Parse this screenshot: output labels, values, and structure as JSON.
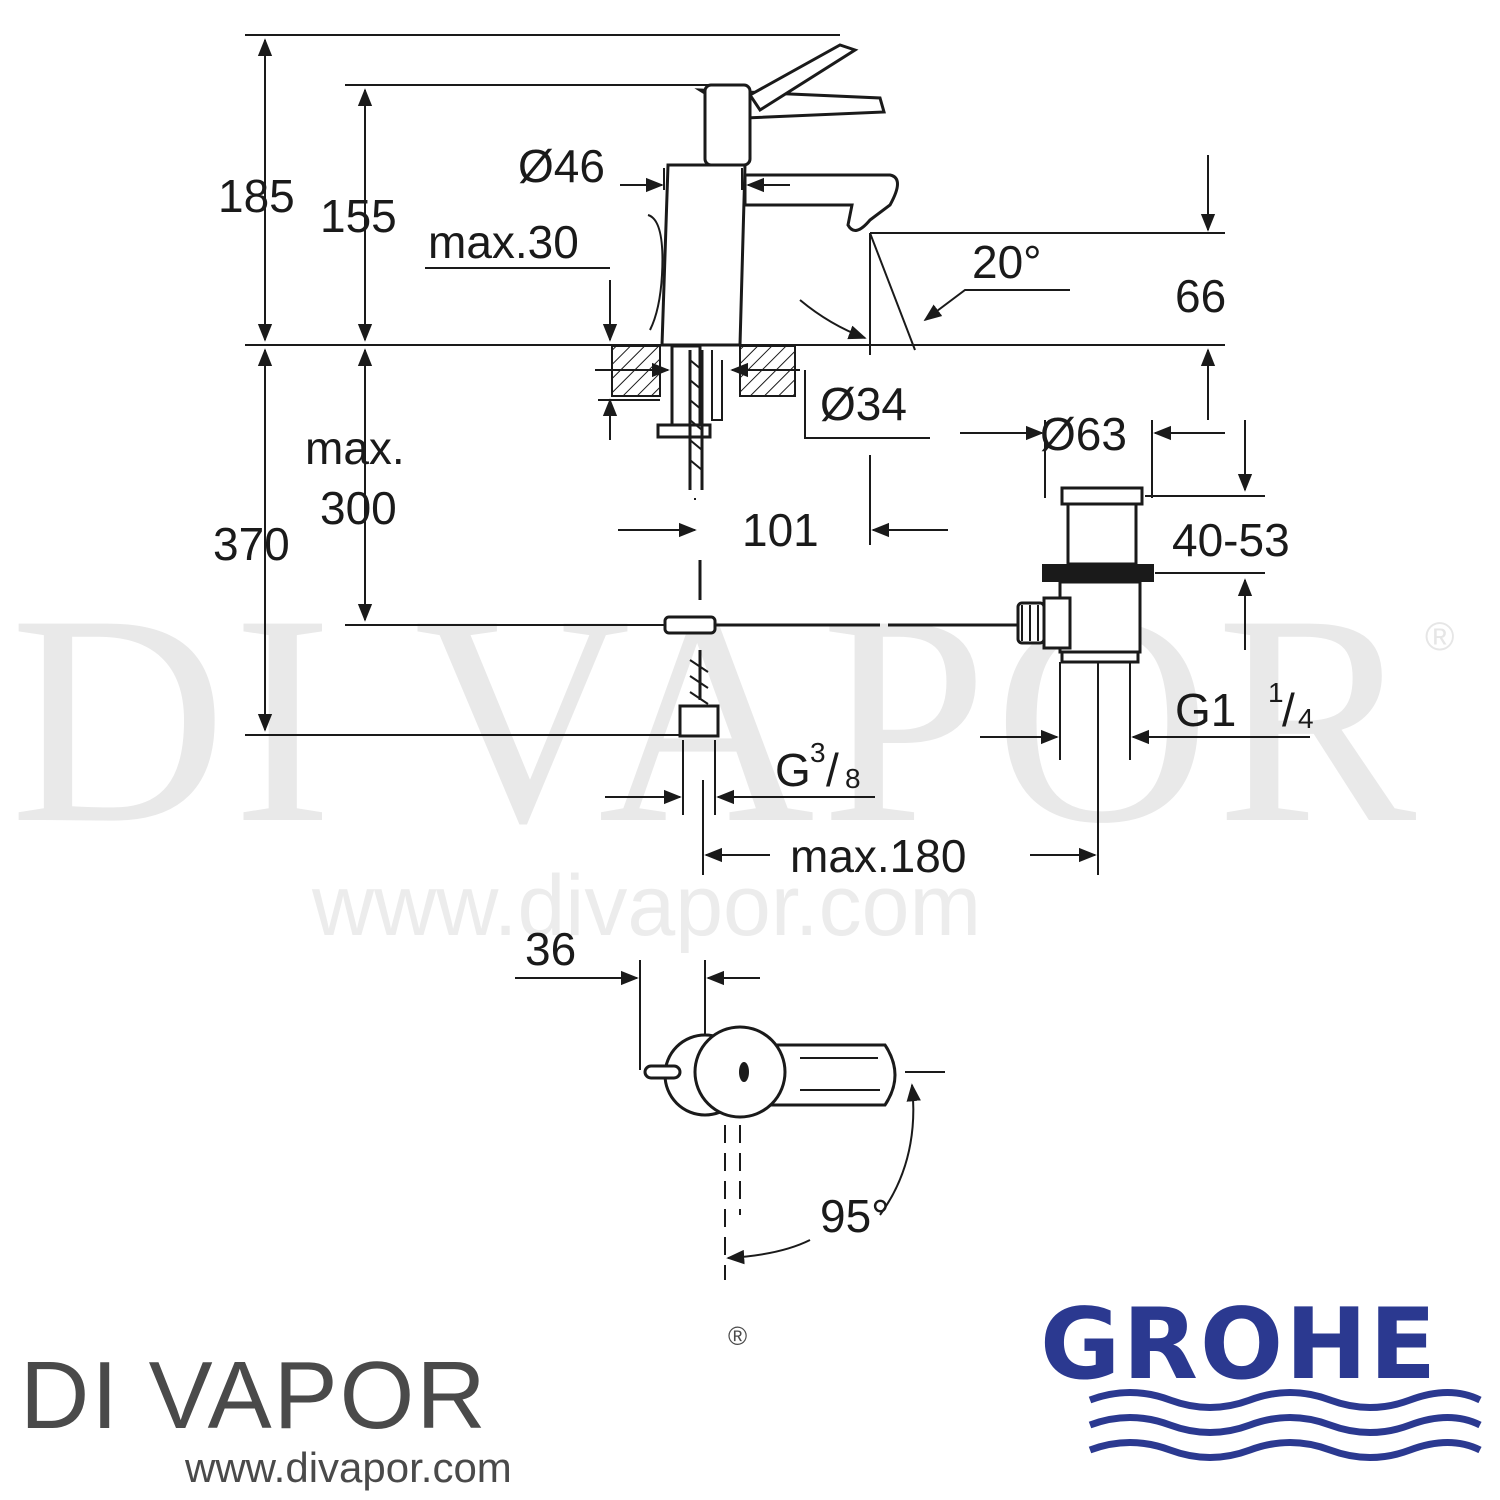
{
  "watermark": {
    "name": "DI VAPOR",
    "reg_mark": "®",
    "url": "www.divapor.com"
  },
  "dimensions": {
    "height_total": "185",
    "height_spout_top": "155",
    "diameter_body": "Ø46",
    "max_deck": "max.30",
    "spout_angle": "20°",
    "spout_height": "66",
    "diameter_hole": "Ø34",
    "diameter_waste": "Ø63",
    "depth_below": "370",
    "max_pipe": "max.",
    "max_pipe_value": "300",
    "reach": "101",
    "waste_range": "40-53",
    "waste_thread": "G1",
    "waste_thread_frac_num": "1",
    "waste_thread_frac_den": "4",
    "supply_thread": "G",
    "supply_thread_frac_num": "3",
    "supply_thread_frac_den": "8",
    "max_distance": "max.180",
    "lever_offset": "36",
    "lever_rotation": "95°"
  },
  "branding": {
    "company": "DI VAPOR",
    "reg_mark": "®",
    "url": "www.divapor.com",
    "manufacturer": "GROHE",
    "manufacturer_color": "#2b3990"
  }
}
